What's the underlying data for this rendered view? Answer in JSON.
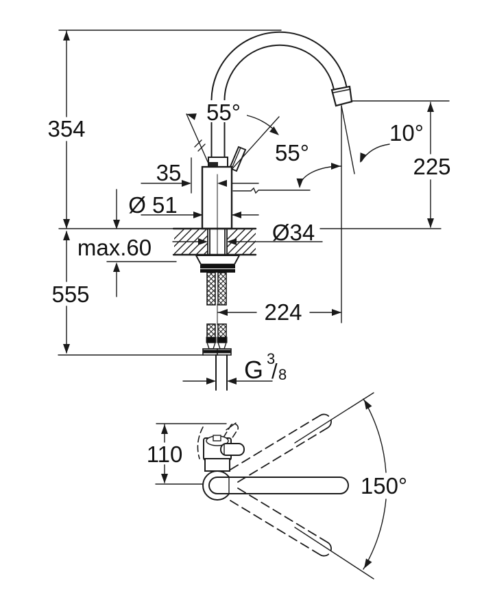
{
  "drawing": {
    "type": "technical-dimension-drawing",
    "subject": "kitchen-faucet-side-and-top-view",
    "line_color": "#1a1a1a",
    "background": "#ffffff",
    "labels": {
      "dim_354": "354",
      "dim_555": "555",
      "dim_max60": "max.60",
      "dim_35": "35",
      "dim_d51": "Ø 51",
      "dim_d34": "Ø34",
      "dim_225": "225",
      "dim_224": "224",
      "ang_55_left": "55°",
      "ang_55_right": "55°",
      "ang_10": "10°",
      "dim_110": "110",
      "ang_150": "150°",
      "thread_g": "G",
      "thread_num": "3",
      "thread_slash": "/",
      "thread_den": "8"
    }
  }
}
